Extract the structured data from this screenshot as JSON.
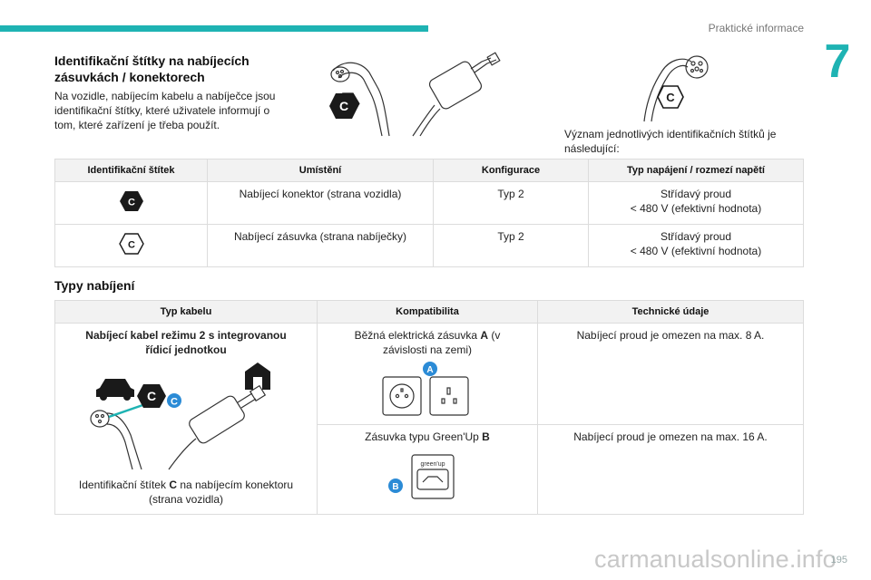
{
  "header": {
    "section": "Praktické informace",
    "chapter": "7"
  },
  "intro": {
    "title": "Identifikační štítky na nabíjecích zásuvkách / konektorech",
    "text": "Na vozidle, nabíjecím kabelu a nabíječce jsou identifikační štítky, které uživatele informují o tom, které zařízení je třeba použít.",
    "meaning": "Význam jednotlivých identifikačních štítků je následující:"
  },
  "labels_table": {
    "headers": [
      "Identifikační štítek",
      "Umístění",
      "Konfigurace",
      "Typ napájení / rozmezí napětí"
    ],
    "rows": [
      {
        "icon": "C",
        "location": "Nabíjecí konektor (strana vozidla)",
        "config": "Typ 2",
        "power_1": "Střídavý proud",
        "power_2": "< 480 V (efektivní hodnota)"
      },
      {
        "icon": "C",
        "location": "Nabíjecí zásuvka (strana nabíječky)",
        "config": "Typ 2",
        "power_1": "Střídavý proud",
        "power_2": "< 480 V (efektivní hodnota)"
      }
    ]
  },
  "charging_types": {
    "title": "Typy nabíjení",
    "headers": [
      "Typ kabelu",
      "Kompatibilita",
      "Technické údaje"
    ],
    "cable_title": "Nabíjecí kabel režimu 2 s integrovanou řídicí jednotkou",
    "cable_caption_pre": "Identifikační štítek ",
    "cable_caption_bold": "C",
    "cable_caption_post": " na nabíjecím konektoru (strana vozidla)",
    "row1_compat_pre": "Běžná elektrická zásuvka ",
    "row1_compat_bold": "A",
    "row1_compat_post": " (v závislosti na zemi)",
    "row1_tech": "Nabíjecí proud je omezen na max. 8 A.",
    "row2_compat_pre": "Zásuvka typu Green'Up ",
    "row2_compat_bold": "B",
    "row2_tech": "Nabíjecí proud je omezen na max. 16 A.",
    "badge_a": "A",
    "badge_b": "B",
    "badge_c": "C",
    "greenup_label": "green'up"
  },
  "footer": {
    "page": "195",
    "watermark": "carmanualsonline.info"
  },
  "colors": {
    "accent": "#1eb3b3",
    "badge_dark": "#1a1a1a",
    "badge_blue": "#2b8bd6"
  }
}
